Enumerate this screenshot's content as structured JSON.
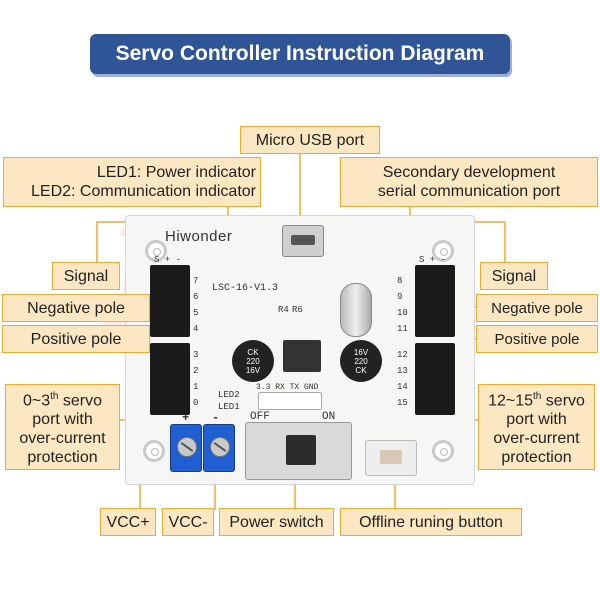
{
  "title": "Servo Controller Instruction Diagram",
  "labels": {
    "micro_usb": "Micro USB port",
    "led_line1": "LED1: Power indicator",
    "led_line2": "LED2: Communication indicator",
    "serial_line1": "Secondary development",
    "serial_line2": "serial communication port",
    "signal_left": "Signal",
    "negative_left": "Negative pole",
    "positive_left": "Positive pole",
    "signal_right": "Signal",
    "negative_right": "Negative pole",
    "positive_right": "Positive pole",
    "servo_left_l1": "0~3",
    "servo_left_sup": "th",
    "servo_left_l1b": " servo",
    "servo_left_l2": "port with",
    "servo_left_l3": "over-current",
    "servo_left_l4": "protection",
    "servo_right_l1": "12~15",
    "servo_right_sup": "th",
    "servo_right_l1b": " servo",
    "servo_right_l2": "port with",
    "servo_right_l3": "over-current",
    "servo_right_l4": "protection",
    "vcc_plus": "VCC+",
    "vcc_minus": "VCC-",
    "power_switch": "Power switch",
    "offline_button": "Offline runing button"
  },
  "board": {
    "brand": "Hiwonder",
    "model": "LSC-16-V1.3",
    "left_top_ports": [
      "7",
      "6",
      "5",
      "4"
    ],
    "left_bottom_ports": [
      "3",
      "2",
      "1",
      "0"
    ],
    "right_top_ports": [
      "8",
      "9",
      "10",
      "11"
    ],
    "right_bottom_ports": [
      "12",
      "13",
      "14",
      "15"
    ],
    "pin_header": "S + -",
    "cap_left": "CK\n220\n16V",
    "cap_right": "16V\n220\nCK",
    "led2": "LED2",
    "led1": "LED1",
    "serial_pins": "3.3 RX TX GND",
    "switch_off": "OFF",
    "switch_on": "ON",
    "plus_sign": "+",
    "minus_sign": "-",
    "r6": "R6",
    "r4": "R4"
  },
  "colors": {
    "title_bg": "#2f5597",
    "label_bg": "#fbe7c2",
    "label_border": "#f0a830",
    "leader_line": "#f0a830",
    "terminal": "#1f5fd1"
  }
}
